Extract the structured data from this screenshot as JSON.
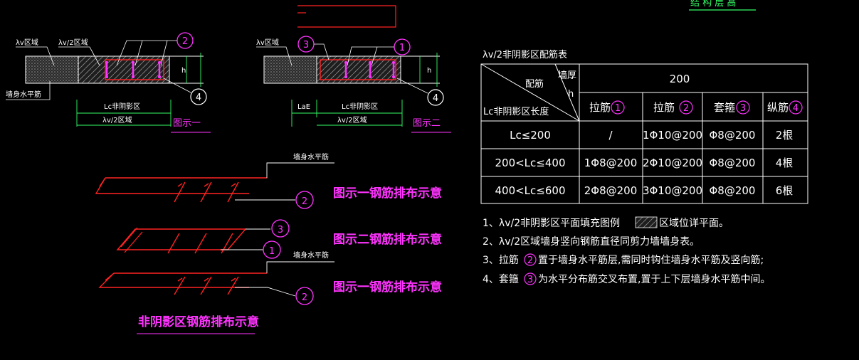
{
  "colors": {
    "background": "#000000",
    "line": "#ffffff",
    "rebar": "#ff2222",
    "callout": "#ff33ff",
    "title": "#ff33ff",
    "hatch": "#888888"
  },
  "top_title": "结 构 层 高",
  "fig1": {
    "label_lv": "λv区域",
    "label_lv2": "λv/2区域",
    "label_wall_horizontal": "墙身水平筋",
    "dim_lc": "Lc非阴影区",
    "dim_lv2": "λv/2区域",
    "caption": "图示一",
    "mark_top": "2",
    "mark_bottom": "4",
    "dim_h": "h"
  },
  "fig2": {
    "label_lv": "λv区域",
    "dim_lae": "LaE",
    "dim_lc": "Lc非阴影区",
    "dim_lv2": "λv/2区域",
    "caption": "图示二",
    "mark_left": "3",
    "mark_right": "1",
    "mark_bottom": "4",
    "dim_h": "h"
  },
  "layouts": [
    {
      "label": "墙身水平筋",
      "caption": "图示一钢筋排布示意",
      "mark": "2"
    },
    {
      "marks": [
        "3",
        "1"
      ],
      "caption": "图示二钢筋排布示意"
    },
    {
      "label": "墙身水平筋",
      "caption": "图示一钢筋排布示意",
      "mark": "2"
    }
  ],
  "layout_title": "非阴影区钢筋排布示意",
  "table": {
    "title": "λv/2非阴影区配筋表",
    "corner_top": "墙厚",
    "corner_h": "h",
    "corner_mid": "配筋",
    "corner_bottom": "Lc非阴影区长度",
    "thickness": "200",
    "col_headers": [
      {
        "label": "拉筋",
        "mark": "1"
      },
      {
        "label": "拉筋",
        "mark": "2"
      },
      {
        "label": "套箍",
        "mark": "3"
      },
      {
        "label": "纵筋",
        "mark": "4"
      }
    ],
    "rows": [
      {
        "range": "Lc≤200",
        "c1": "/",
        "c2": "1Φ10@200",
        "c3": "Φ8@200",
        "c4": "2根"
      },
      {
        "range": "200<Lc≤400",
        "c1": "1Φ8@200",
        "c2": "2Φ10@200",
        "c3": "Φ8@200",
        "c4": "4根"
      },
      {
        "range": "400<Lc≤600",
        "c1": "2Φ8@200",
        "c2": "3Φ10@200",
        "c3": "Φ8@200",
        "c4": "6根"
      }
    ]
  },
  "notes": [
    {
      "text": "1、λv/2非阴影区平面填充图例",
      "tail": "区域位详平面。"
    },
    {
      "text": "2、λv/2区域墙身竖向钢筋直径同剪力墙墙身表。"
    },
    {
      "text": "3、拉筋",
      "mark": "2",
      "tail": "置于墙身水平筋层,需同时钩住墙身水平筋及竖向筋;"
    },
    {
      "text": "4、套箍",
      "mark": "3",
      "tail": "为水平分布筋交叉布置,置于上下层墙身水平筋中间。"
    }
  ]
}
